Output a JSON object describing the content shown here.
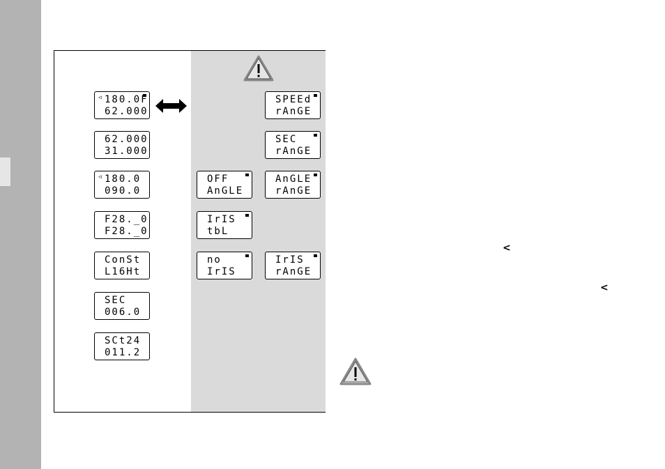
{
  "left_displays": [
    {
      "line1": "180.0F",
      "line2": "62.000",
      "mark": "◁",
      "indicator": true
    },
    {
      "line1": "62.000",
      "line2": "31.000",
      "mark": "",
      "indicator": false
    },
    {
      "line1": "180.0",
      "line2": "090.0",
      "mark": "◁",
      "indicator": false
    },
    {
      "line1": "F28._0",
      "line2": "F28._0",
      "mark": "",
      "indicator": false
    },
    {
      "line1": "ConSt",
      "line2": "L16Ht",
      "mark": "",
      "indicator": false
    },
    {
      "line1": "SEC",
      "line2": "006.0",
      "mark": "",
      "indicator": false
    },
    {
      "line1": "SCt24",
      "line2": "011.2",
      "mark": "",
      "indicator": false
    }
  ],
  "middle_displays": [
    {
      "line1": "OFF",
      "line2": "AnGLE",
      "mark": "",
      "indicator": true
    },
    {
      "line1": "IrIS",
      "line2": "tbL",
      "mark": "",
      "indicator": true
    },
    {
      "line1": "no",
      "line2": "IrIS",
      "mark": "",
      "indicator": true
    }
  ],
  "right_displays": [
    {
      "line1": "SPEEd",
      "line2": "rAnGE",
      "mark": "",
      "indicator": true
    },
    {
      "line1": "SEC",
      "line2": "rAnGE",
      "mark": "",
      "indicator": true
    },
    {
      "line1": "AnGLE",
      "line2": "rAnGE",
      "mark": "",
      "indicator": true
    },
    {
      "line1": "IrIS",
      "line2": "rAnGE",
      "mark": "",
      "indicator": true
    }
  ],
  "text_markers": {
    "lt1": "<",
    "lt2": "<"
  },
  "icons": {
    "arrow": "double-arrow-icon",
    "warning": "warning-triangle-icon"
  },
  "colors": {
    "sidebar": "#b3b3b3",
    "panel_right": "#dadada"
  }
}
